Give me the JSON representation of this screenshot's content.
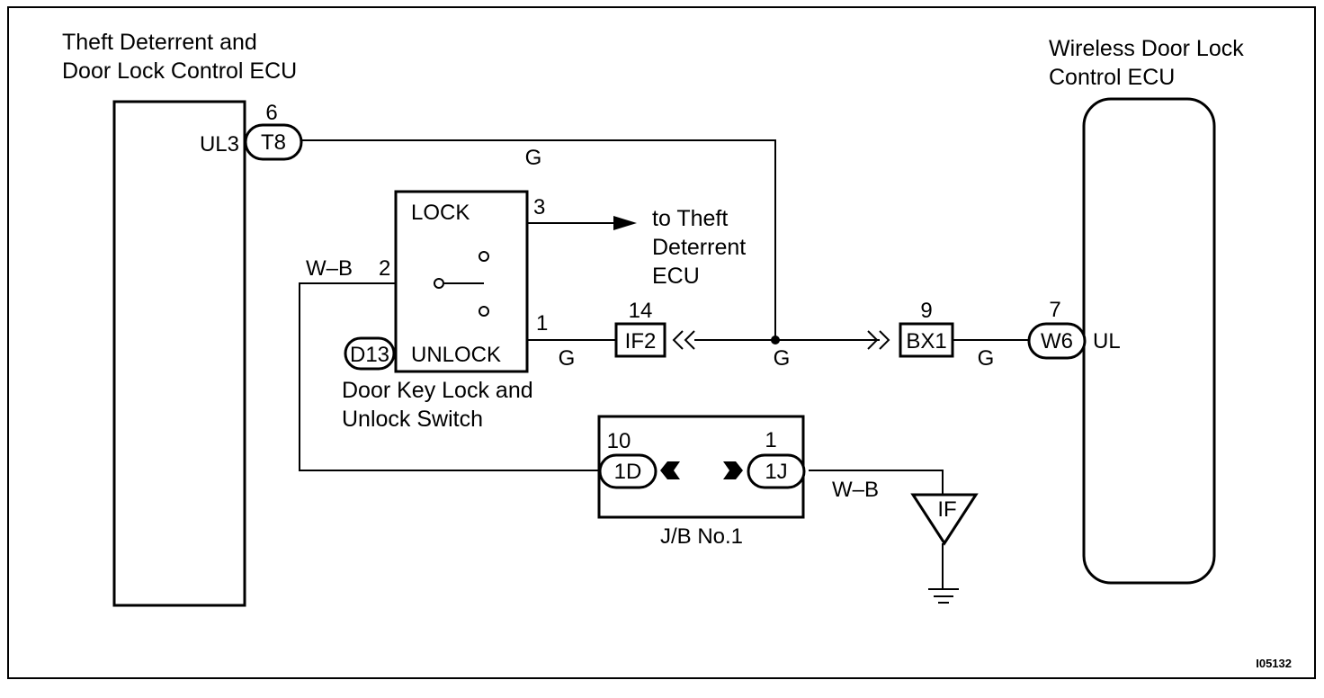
{
  "components": {
    "theft_ecu": {
      "title_line1": "Theft Deterrent and",
      "title_line2": "Door Lock Control ECU",
      "terminal_label": "UL3",
      "connector": "T8",
      "pin": "6"
    },
    "wireless_ecu": {
      "title_line1": "Wireless Door Lock",
      "title_line2": "Control ECU",
      "terminal_label": "UL",
      "connector": "W6",
      "pin": "7"
    },
    "door_switch": {
      "connector": "D13",
      "lock_label": "LOCK",
      "unlock_label": "UNLOCK",
      "name_line1": "Door Key Lock and",
      "name_line2": "Unlock Switch",
      "pin_lock": "3",
      "pin_common": "2",
      "pin_unlock": "1"
    },
    "theft_dest": {
      "line1": "to Theft",
      "line2": "Deterrent",
      "line3": "ECU"
    },
    "if2": {
      "label": "IF2",
      "pin": "14"
    },
    "bx1": {
      "label": "BX1",
      "pin": "9"
    },
    "jb": {
      "name": "J/B No.1",
      "left_connector": "1D",
      "left_pin": "10",
      "right_connector": "1J",
      "right_pin": "1"
    },
    "ground": {
      "label": "IF"
    }
  },
  "wire_colors": {
    "top": "G",
    "switch_out": "G",
    "junction": "G",
    "to_wireless": "G",
    "switch_common": "W–B",
    "ground": "W–B"
  },
  "figure_code": "I05132",
  "colors": {
    "line": "#000000",
    "background": "#ffffff"
  }
}
